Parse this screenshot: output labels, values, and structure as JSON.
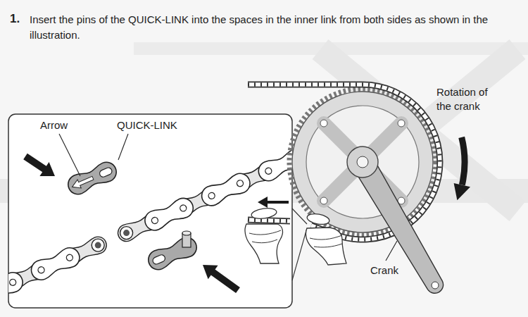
{
  "diagram": {
    "title": "Insert the pins of the QUICK-LINK into the spaces in the inner link from both sides as shown in the illustration.",
    "labels": [
      "1.",
      "Arrow",
      "QUICK-LINK",
      "Rotation of the crank",
      "Crank"
    ]
  }
}
